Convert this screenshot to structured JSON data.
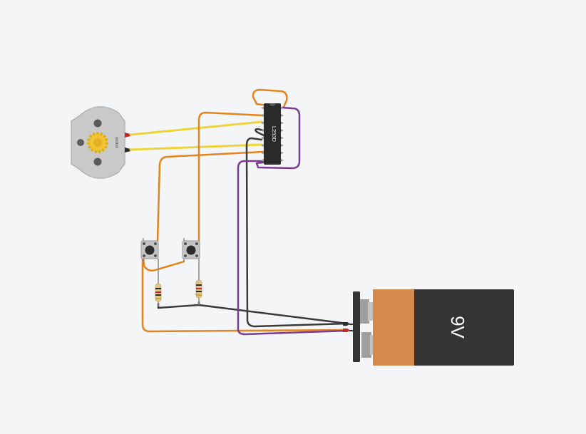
{
  "circuit": {
    "ic": {
      "label": "L293D"
    },
    "motor": {
      "label": "motor"
    },
    "battery": {
      "label": "9V"
    },
    "colors": {
      "background": "#f4f5f7",
      "wire_orange": "#e5841c",
      "wire_yellow": "#ecd43a",
      "wire_black": "#3a3a3a",
      "wire_purple": "#7a3c93",
      "battery_copper": "#d28a4e",
      "battery_body": "#343434",
      "motor_body": "#c9c9c9",
      "motor_gear": "#f0c534",
      "ic_body": "#2a2a2a",
      "terminal_red": "#c0282a"
    }
  }
}
